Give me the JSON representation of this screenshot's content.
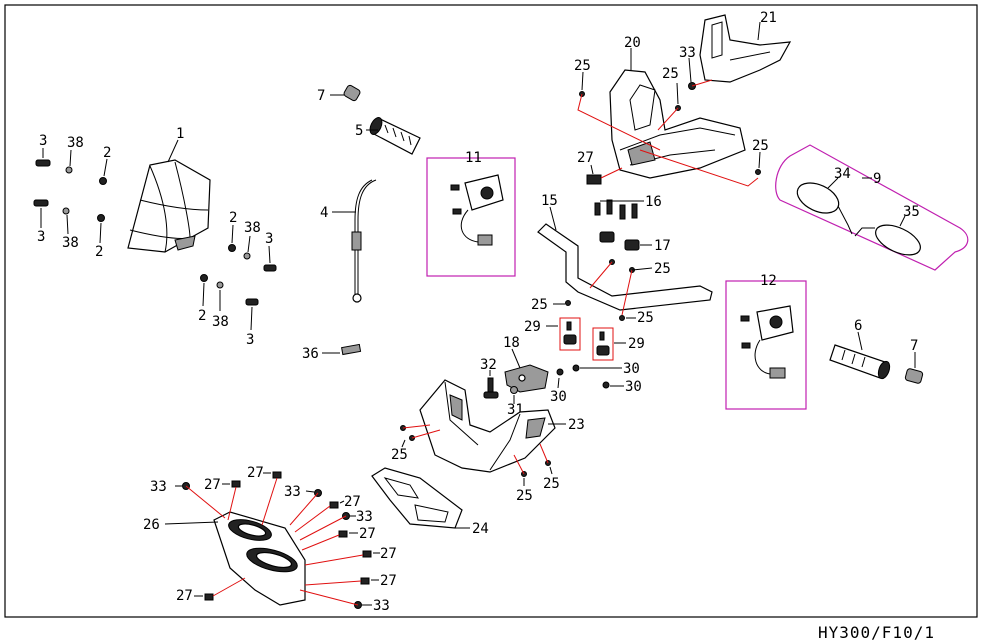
{
  "diagram": {
    "drawing_code": "HY300/F10/1",
    "labels": {
      "p1": "1",
      "p2a": "2",
      "p2b": "2",
      "p2c": "2",
      "p2d": "2",
      "p3a": "3",
      "p3b": "3",
      "p3c": "3",
      "p3d": "3",
      "p38a": "38",
      "p38b": "38",
      "p38c": "38",
      "p38d": "38",
      "p4": "4",
      "p5": "5",
      "p6": "6",
      "p7a": "7",
      "p7b": "7",
      "p9": "9",
      "p11": "11",
      "p12": "12",
      "p15": "15",
      "p16": "16",
      "p17": "17",
      "p18": "18",
      "p20": "20",
      "p21": "21",
      "p23": "23",
      "p24": "24",
      "p26": "26",
      "p25a": "25",
      "p25b": "25",
      "p25c": "25",
      "p25d": "25",
      "p25e": "25",
      "p25f": "25",
      "p25g": "25",
      "p25h": "25",
      "p25i": "25",
      "p27a": "27",
      "p27b": "27",
      "p27c": "27",
      "p27d": "27",
      "p27e": "27",
      "p27f": "27",
      "p27g": "27",
      "p27h": "27",
      "p29a": "29",
      "p29b": "29",
      "p30a": "30",
      "p30b": "30",
      "p30c": "30",
      "p31": "31",
      "p32": "32",
      "p33a": "33",
      "p33b": "33",
      "p33c": "33",
      "p33d": "33",
      "p33e": "33",
      "p34": "34",
      "p35": "35",
      "p36": "36"
    }
  }
}
